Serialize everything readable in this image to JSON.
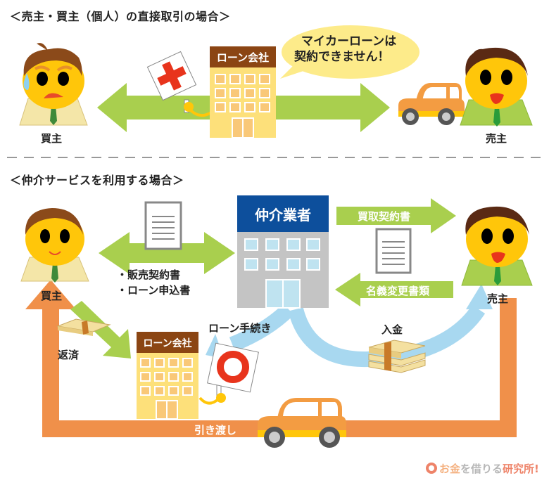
{
  "section1": {
    "heading": "＜売主・買主（個人）の直接取引の場合＞",
    "buyer_label": "買主",
    "seller_label": "売主",
    "loan_company_sign": "ローン会社",
    "speech_bubble_line1": "マイカーローンは",
    "speech_bubble_line2": "契約できません！"
  },
  "section2": {
    "heading": "＜仲介サービスを利用する場合＞",
    "buyer_label": "買主",
    "seller_label": "売主",
    "broker_sign": "仲介業者",
    "loan_company_sign": "ローン会社",
    "documents_line1": "・販売契約書",
    "documents_line2": "・ローン申込書",
    "purchase_contract": "買取契約書",
    "transfer_documents": "名義変更書類",
    "loan_procedure": "ローン手続き",
    "payment": "入金",
    "repayment": "返済",
    "delivery": "引き渡し"
  },
  "logo": {
    "part1": "お金",
    "part2": "を借りる",
    "part3": "研究所!"
  },
  "colors": {
    "green_arrow": "#a9cf4e",
    "blue_arrow": "#a8d8f0",
    "orange_arrow": "#f0904a",
    "loan_building_header": "#8b4513",
    "broker_building_header": "#0d4f9c"
  }
}
